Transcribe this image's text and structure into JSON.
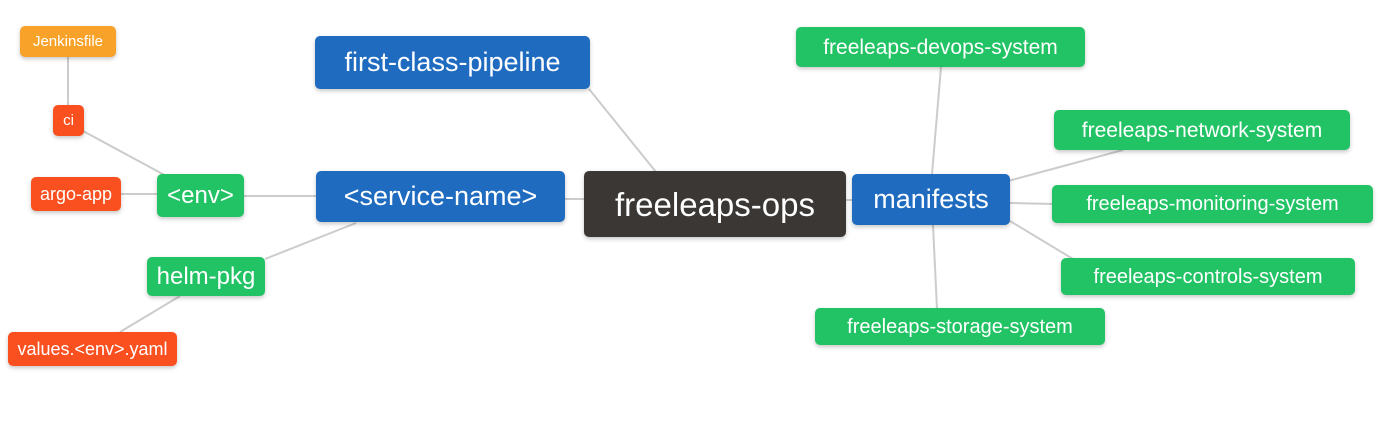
{
  "diagram": {
    "type": "mindmap",
    "root_label": "freeleaps-ops",
    "colors": {
      "blue": "#1e6bc0",
      "green": "#22c365",
      "orange": "#f8a22a",
      "red": "#fa4f1e",
      "dark": "#3b3735",
      "edge": "#cccccc",
      "background": "#ffffff",
      "node_text": "#ffffff"
    },
    "nodes": {
      "jenkinsfile": {
        "label": "Jenkinsfile",
        "color": "orange"
      },
      "ci": {
        "label": "ci",
        "color": "red"
      },
      "argo_app": {
        "label": "argo-app",
        "color": "red"
      },
      "env": {
        "label": "<env>",
        "color": "green"
      },
      "helm_pkg": {
        "label": "helm-pkg",
        "color": "green"
      },
      "values_env_yaml": {
        "label": "values.<env>.yaml",
        "color": "red"
      },
      "first_class_pipeline": {
        "label": "first-class-pipeline",
        "color": "blue"
      },
      "service_name": {
        "label": "<service-name>",
        "color": "blue"
      },
      "freeleaps_ops": {
        "label": "freeleaps-ops",
        "color": "dark"
      },
      "manifests": {
        "label": "manifests",
        "color": "blue"
      },
      "devops_system": {
        "label": "freeleaps-devops-system",
        "color": "green"
      },
      "network_system": {
        "label": "freeleaps-network-system",
        "color": "green"
      },
      "monitoring_system": {
        "label": "freeleaps-monitoring-system",
        "color": "green"
      },
      "controls_system": {
        "label": "freeleaps-controls-system",
        "color": "green"
      },
      "storage_system": {
        "label": "freeleaps-storage-system",
        "color": "green"
      }
    },
    "edges": [
      {
        "from": "jenkinsfile",
        "to": "ci"
      },
      {
        "from": "ci",
        "to": "env"
      },
      {
        "from": "argo_app",
        "to": "env"
      },
      {
        "from": "env",
        "to": "service_name"
      },
      {
        "from": "helm_pkg",
        "to": "service_name"
      },
      {
        "from": "values_env_yaml",
        "to": "helm_pkg"
      },
      {
        "from": "first_class_pipeline",
        "to": "freeleaps_ops"
      },
      {
        "from": "service_name",
        "to": "freeleaps_ops"
      },
      {
        "from": "freeleaps_ops",
        "to": "manifests"
      },
      {
        "from": "manifests",
        "to": "devops_system"
      },
      {
        "from": "manifests",
        "to": "network_system"
      },
      {
        "from": "manifests",
        "to": "monitoring_system"
      },
      {
        "from": "manifests",
        "to": "controls_system"
      },
      {
        "from": "manifests",
        "to": "storage_system"
      }
    ]
  }
}
